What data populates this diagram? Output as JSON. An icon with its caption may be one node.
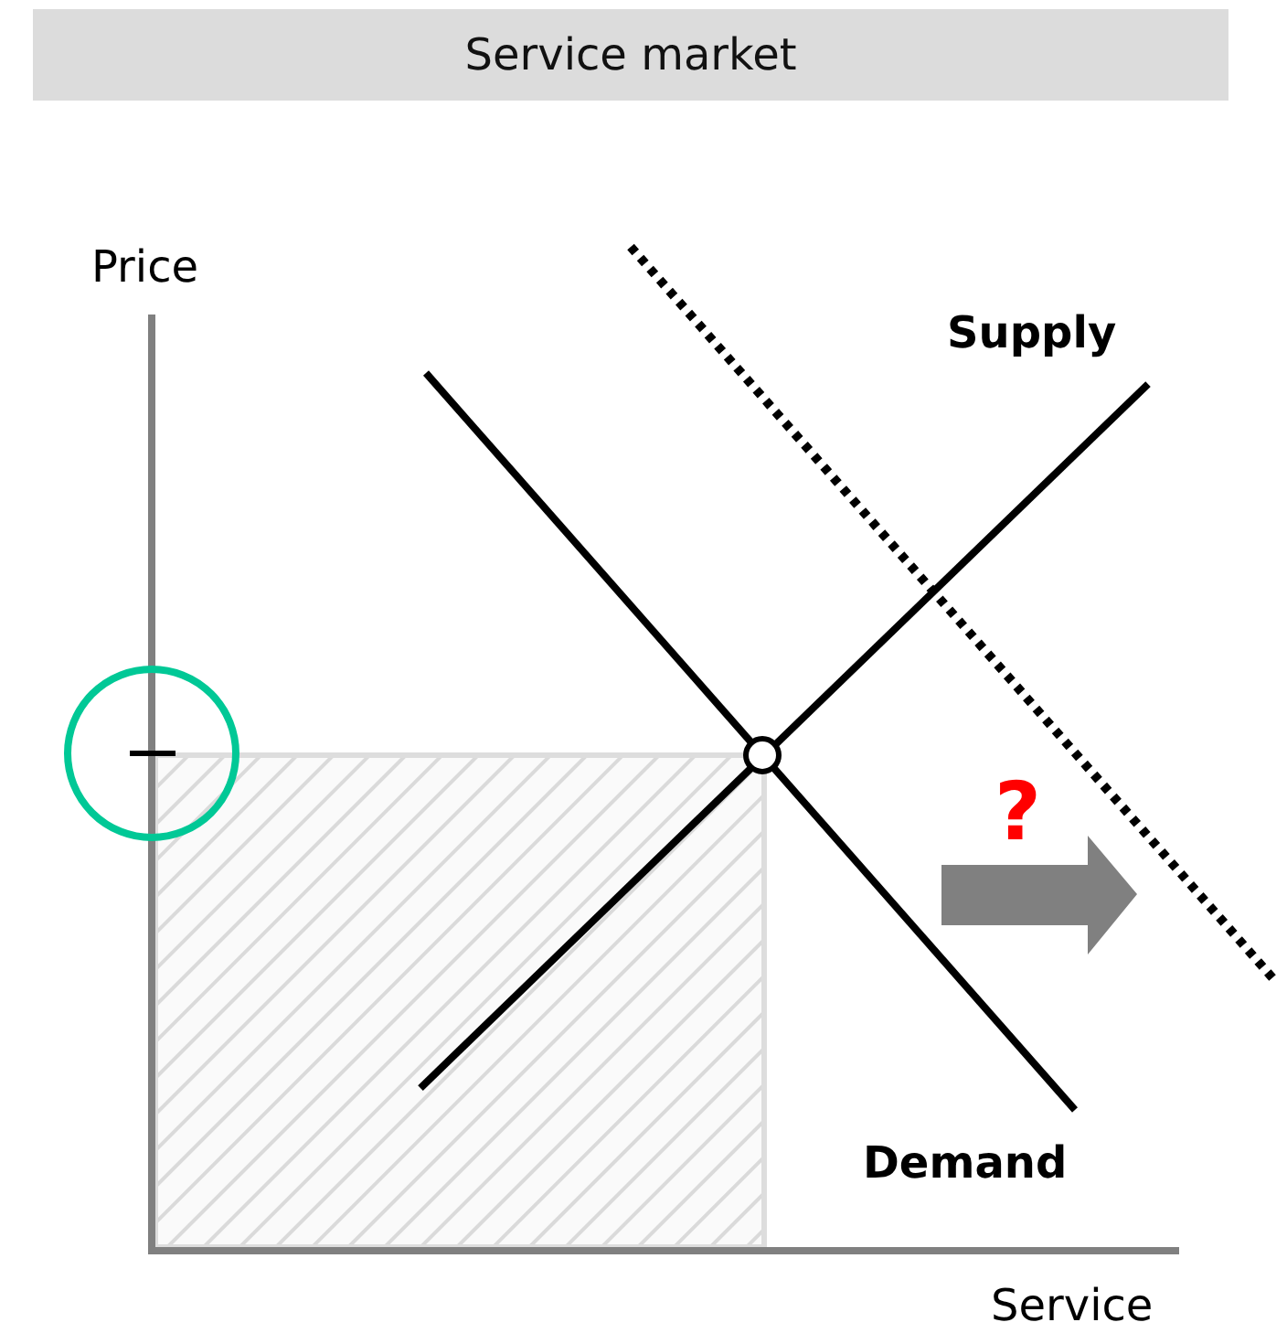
{
  "diagram": {
    "title": "Service market",
    "labels": [
      "Price",
      "Supply",
      "?",
      "Demand",
      "Service"
    ]
  }
}
